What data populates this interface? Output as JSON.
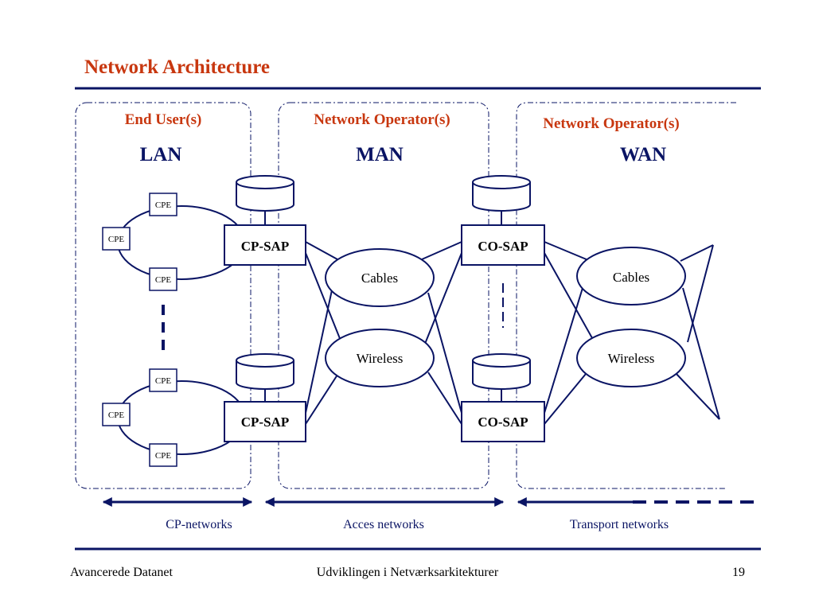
{
  "slide": {
    "title": "Network Architecture",
    "footer_left": "Avancerede Datanet",
    "footer_center": "Udviklingen i Netværksarkitekturer",
    "page_number": "19"
  },
  "colors": {
    "title": "#c8370f",
    "primary": "#0a1464",
    "text": "#000000"
  },
  "zones": {
    "lan": {
      "role": "End User(s)",
      "name": "LAN"
    },
    "man": {
      "role": "Network Operator(s)",
      "name": "MAN"
    },
    "wan": {
      "role": "Network Operator(s)",
      "name": "WAN"
    }
  },
  "nodes": {
    "cpe": "CPE",
    "cp_sap": "CP-SAP",
    "co_sap": "CO-SAP",
    "cables": "Cables",
    "wireless": "Wireless"
  },
  "segments": {
    "cp_networks": "CP-networks",
    "access_networks": "Acces networks",
    "transport_networks": "Transport networks"
  }
}
